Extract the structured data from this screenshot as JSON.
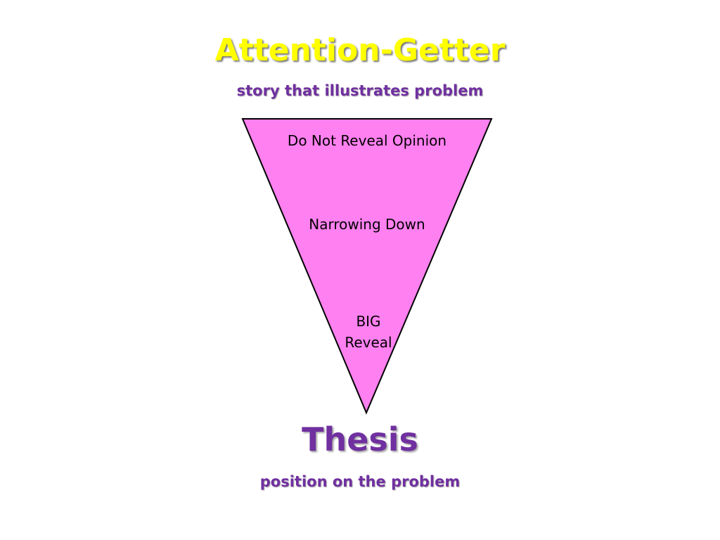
{
  "slide": {
    "title": "Attention-Getter",
    "subtitle": "story that illustrates problem",
    "funnel": {
      "top_label": "Do Not Reveal Opinion",
      "middle_label": "Narrowing Down",
      "bottom_label_line1": "BIG",
      "bottom_label_line2": "Reveal",
      "fill_color": "#ff80f0",
      "stroke_color": "#000000"
    },
    "thesis": "Thesis",
    "thesis_subtitle": "position on the problem"
  },
  "colors": {
    "title": "#ffff00",
    "accent_purple": "#7030a0",
    "background": "#ffffff"
  }
}
